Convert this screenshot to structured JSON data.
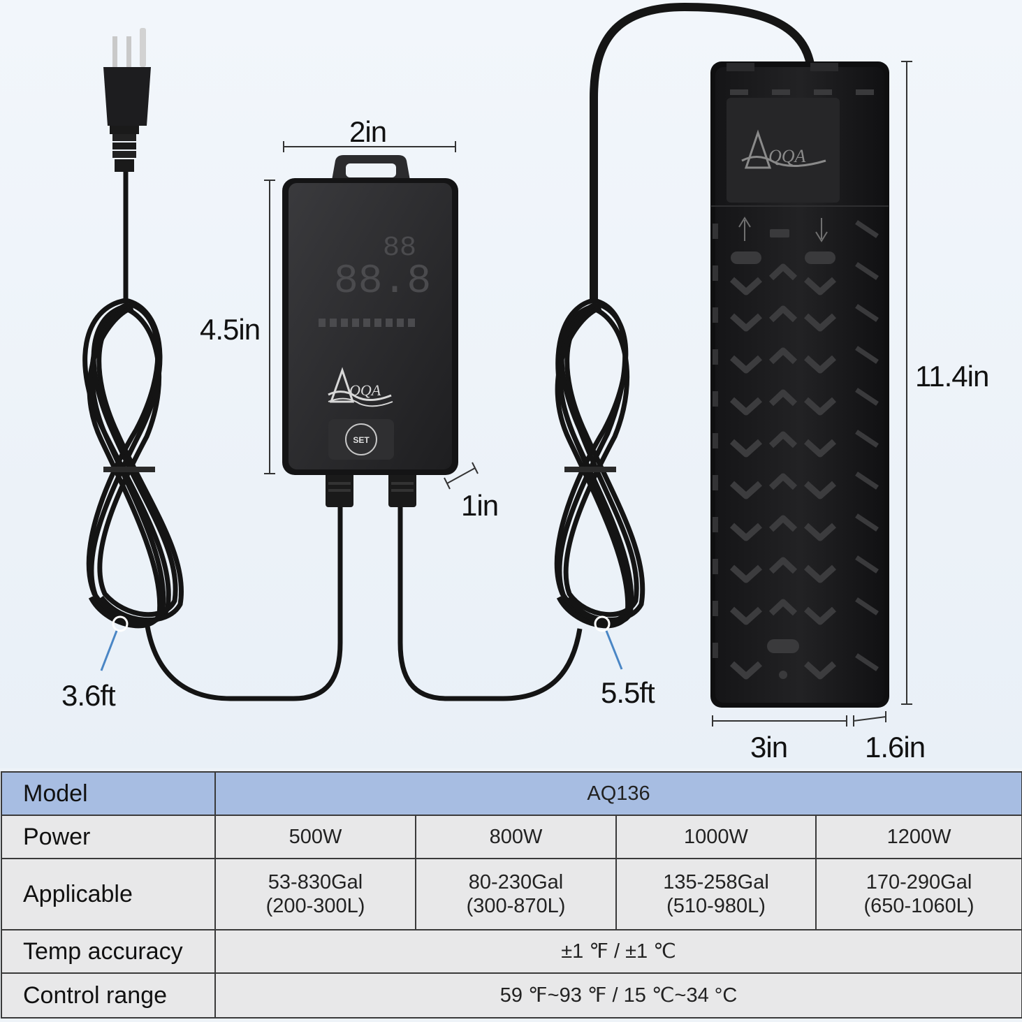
{
  "dimensions": {
    "controller_width": "2in",
    "controller_height": "4.5in",
    "controller_depth": "1in",
    "heater_length": "11.4in",
    "heater_width": "3in",
    "heater_depth": "1.6in",
    "power_cord_length": "3.6ft",
    "heater_cord_length": "5.5ft"
  },
  "controller": {
    "set_button_label": "SET",
    "display_digits_top": "88",
    "display_digits_main": "88.8"
  },
  "spec_table": {
    "model_label": "Model",
    "model_value": "AQ136",
    "power_label": "Power",
    "power_values": [
      "500W",
      "800W",
      "1000W",
      "1200W"
    ],
    "applicable_label": "Applicable",
    "applicable_gal": [
      "53-830Gal",
      "80-230Gal",
      "135-258Gal",
      "170-290Gal"
    ],
    "applicable_l": [
      "(200-300L)",
      "(300-870L)",
      "(510-980L)",
      "(650-1060L)"
    ],
    "temp_label": "Temp accuracy",
    "temp_value": "±1 ℉ / ±1 ℃",
    "range_label": "Control range",
    "range_value": "59 ℉~93 ℉ / 15 ℃~34 °C"
  },
  "colors": {
    "header_row": "#a7bde2",
    "body_rows": "#e8e8e9",
    "device": "#1c1c1e",
    "callout": "#4a86c5"
  },
  "icons": [
    "plug-icon",
    "aqqa-logo-icon",
    "set-button-icon",
    "up-arrow-icon",
    "down-arrow-icon"
  ]
}
